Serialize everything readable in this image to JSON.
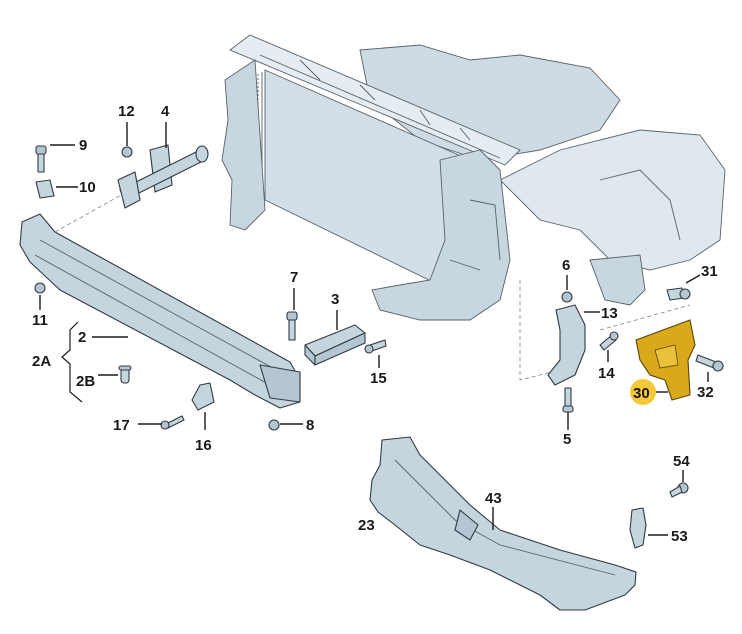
{
  "diagram": {
    "title": "Front end carrier / bumper reinforcement exploded parts view",
    "highlight_color": "#f3c93a",
    "part_color": "#c5d5de",
    "callouts": {
      "c2": "2",
      "c2A": "2A",
      "c2B": "2B",
      "c3": "3",
      "c4": "4",
      "c5": "5",
      "c6": "6",
      "c7": "7",
      "c8": "8",
      "c9": "9",
      "c10": "10",
      "c11": "11",
      "c12": "12",
      "c13": "13",
      "c14": "14",
      "c15": "15",
      "c16": "16",
      "c17": "17",
      "c23": "23",
      "c30": "30",
      "c31": "31",
      "c32": "32",
      "c43": "43",
      "c53": "53",
      "c54": "54"
    },
    "highlighted_part": "30"
  }
}
